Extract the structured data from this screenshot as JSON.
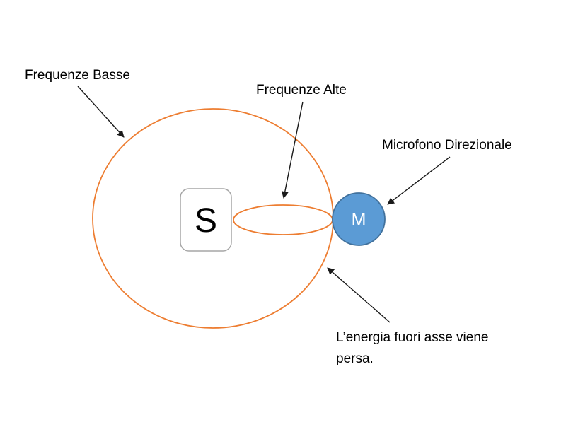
{
  "diagram": {
    "labels": {
      "low_frequencies": "Frequenze Basse",
      "high_frequencies": "Frequenze Alte",
      "directional_microphone": "Microfono Direzionale",
      "off_axis_line1": "L’energia fuori asse viene",
      "off_axis_line2": "persa.",
      "source": "S",
      "microphone": "M"
    },
    "colors": {
      "dispersion_stroke": "#ED7D31",
      "microphone_fill": "#5B9BD5",
      "microphone_stroke": "#41719C",
      "source_box_stroke": "#A6A6A6",
      "source_box_fill": "#FFFFFF",
      "text": "#000000",
      "arrow": "#1A1A1A",
      "mic_label_color": "#FFFFFF"
    }
  }
}
